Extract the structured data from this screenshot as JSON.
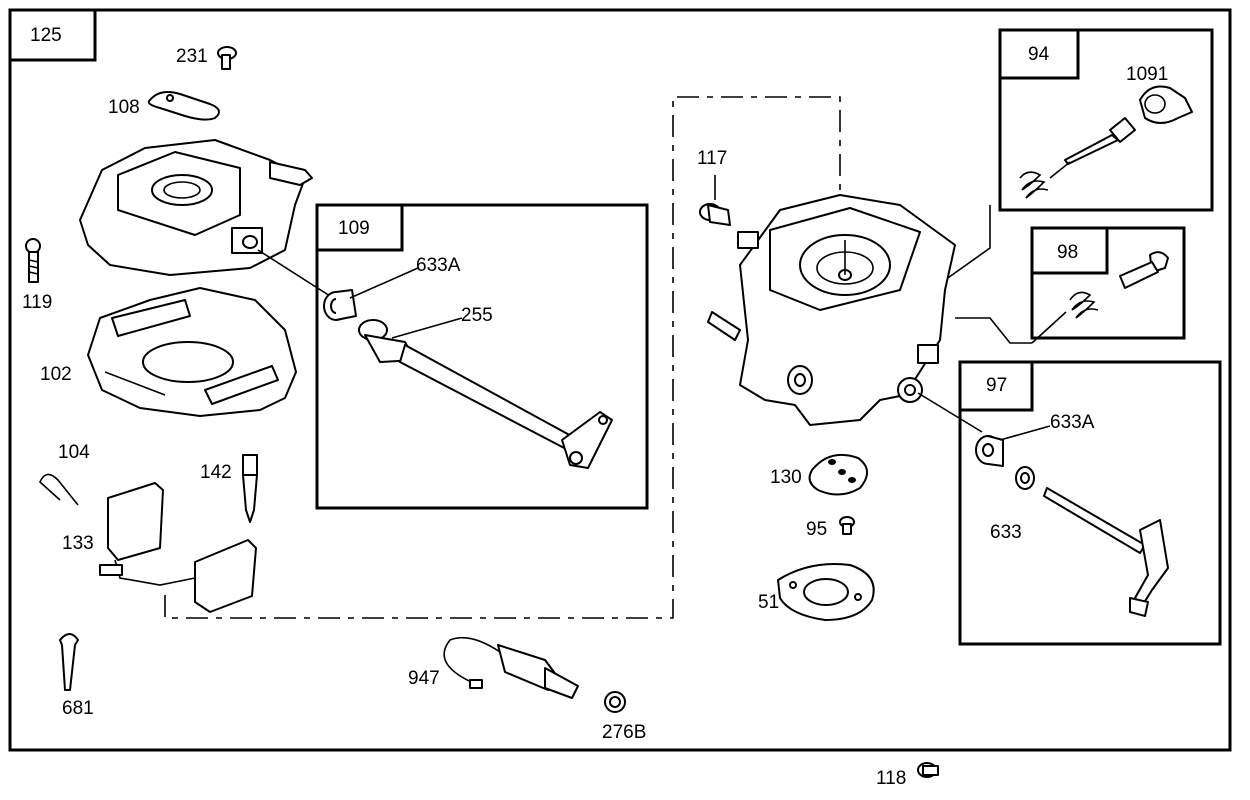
{
  "labels": {
    "assembly_125": "125",
    "kit_109": "109",
    "kit_94": "94",
    "kit_98": "98",
    "kit_97": "97",
    "p231": "231",
    "p108": "108",
    "p119": "119",
    "p102": "102",
    "p104": "104",
    "p142": "142",
    "p133": "133",
    "p681": "681",
    "p633a_left": "633A",
    "p255": "255",
    "p947": "947",
    "p276b": "276B",
    "p117": "117",
    "p130": "130",
    "p95": "95",
    "p51": "51",
    "p1091": "1091",
    "p633a_right": "633A",
    "p633": "633",
    "p118": "118"
  },
  "icons": [
    "screw-icon",
    "gasket-icon",
    "float-bowl-cover-icon",
    "bushing-icon",
    "throttle-shaft-icon",
    "carburetor-body-icon",
    "needle-valve-icon",
    "spring-icon",
    "solenoid-icon",
    "float-icon",
    "washer-icon",
    "plug-icon"
  ]
}
